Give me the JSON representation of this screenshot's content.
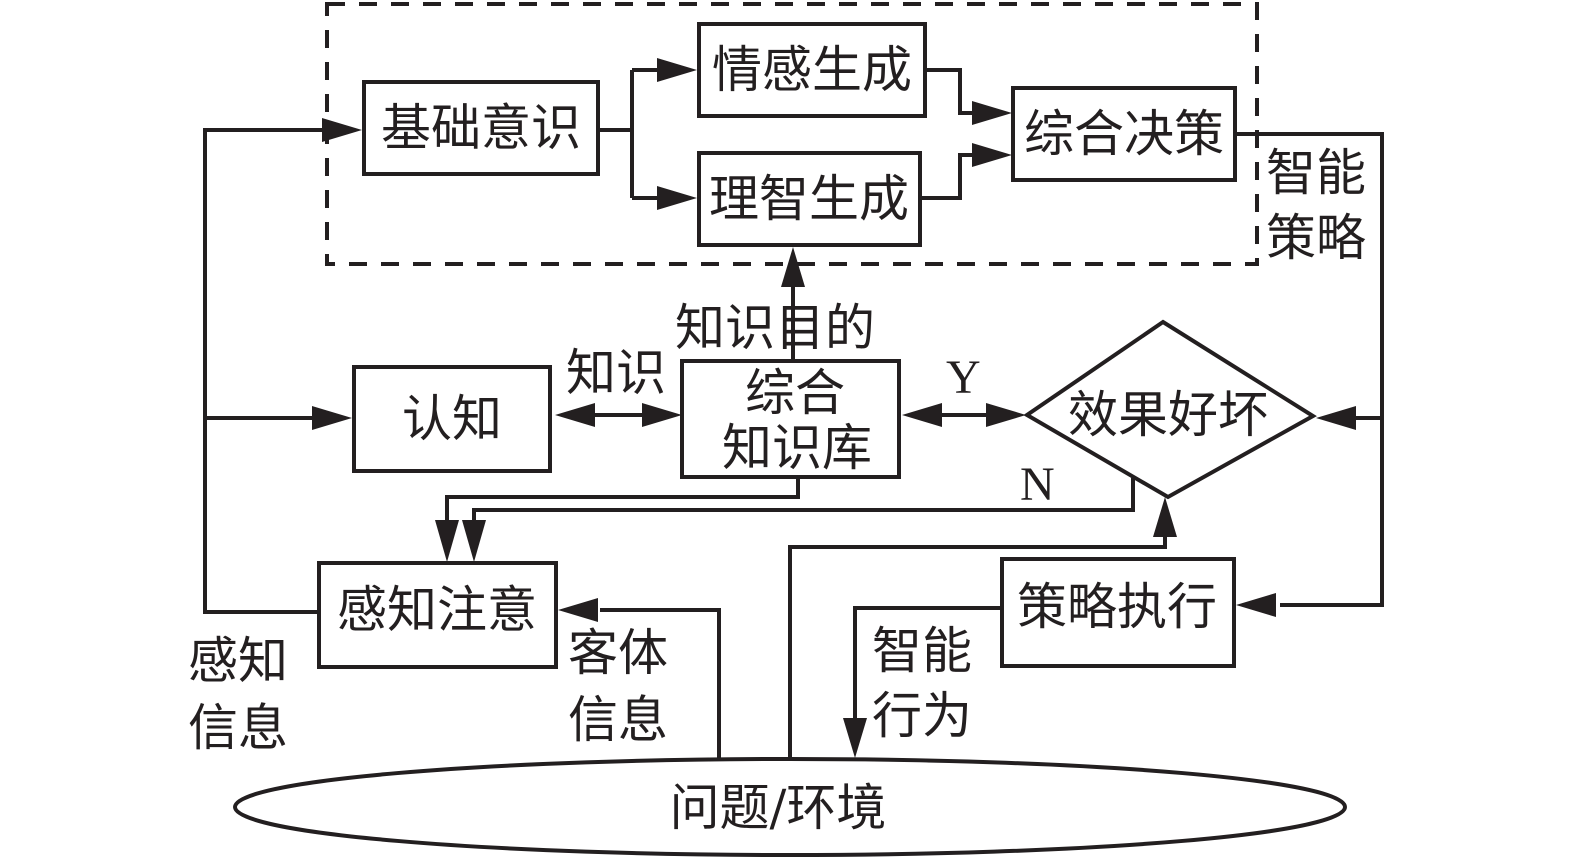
{
  "diagram": {
    "group_label": "",
    "nodes": {
      "basic_consciousness": "基础意识",
      "emotion_generation": "情感生成",
      "reason_generation": "理智生成",
      "comprehensive_decision": "综合决策",
      "cognition": "认知",
      "knowledge_base_line1": "综合",
      "knowledge_base_line2": "知识库",
      "effect_evaluation": "效果好坏",
      "perception_attention": "感知注意",
      "strategy_execution": "策略执行",
      "problem_environment": "问题/环境"
    },
    "edge_labels": {
      "intelligent_strategy_line1": "智能",
      "intelligent_strategy_line2": "策略",
      "knowledge_goal": "知识目的",
      "knowledge": "知识",
      "yes": "Y",
      "no": "N",
      "perception_info_line1": "感知",
      "perception_info_line2": "信息",
      "object_info_line1": "客体",
      "object_info_line2": "信息",
      "intelligent_behavior_line1": "智能",
      "intelligent_behavior_line2": "行为"
    },
    "colors": {
      "stroke": "#231f20",
      "background": "#ffffff"
    }
  }
}
